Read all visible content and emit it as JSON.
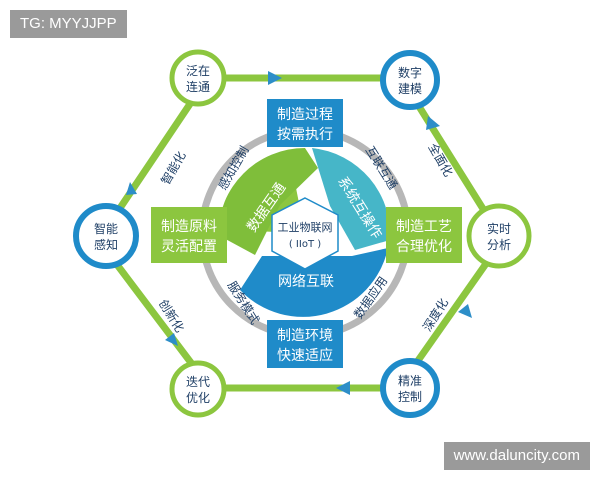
{
  "watermark_top": "TG: MYYJJPP",
  "watermark_bottom": "www.daluncity.com",
  "center": {
    "line1": "工业物联网",
    "line2": "( IIoT )",
    "segments": [
      "数据互通",
      "系统互操作",
      "网络互联"
    ]
  },
  "boxes": {
    "top": [
      "制造过程",
      "按需执行"
    ],
    "left": [
      "制造原料",
      "灵活配置"
    ],
    "right": [
      "制造工艺",
      "合理优化"
    ],
    "bottom": [
      "制造环境",
      "快速适应"
    ]
  },
  "nodes": {
    "top_left": [
      "泛在",
      "连通"
    ],
    "top_right": [
      "数字",
      "建模"
    ],
    "left": [
      "智能",
      "感知"
    ],
    "right": [
      "实时",
      "分析"
    ],
    "bottom_left": [
      "迭代",
      "优化"
    ],
    "bottom_right": [
      "精准",
      "控制"
    ]
  },
  "edge_labels": {
    "upper_left": "智能化",
    "upper_right": "全面化",
    "lower_left": "创新化",
    "lower_right": "深度化"
  },
  "ring_labels": {
    "top_left": "感知控制",
    "top_right": "互联互通",
    "bottom_left": "服务模式",
    "bottom_right": "数据应用"
  },
  "colors": {
    "green": "#8cc63f",
    "green_dark": "#6aa83a",
    "blue": "#1f8bc9",
    "blue_dark": "#1a6aa8",
    "teal": "#46b6c8",
    "gray_ring": "#b7b7b7"
  }
}
